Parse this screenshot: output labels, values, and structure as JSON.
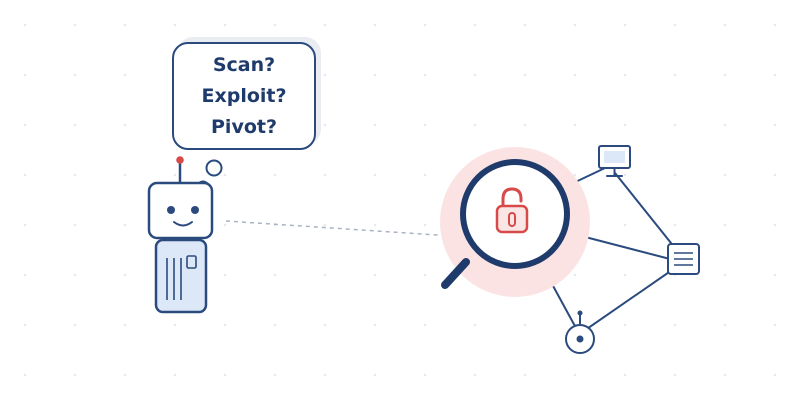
{
  "speech_bubble": {
    "lines": [
      "Scan?",
      "Exploit?",
      "Pivot?"
    ]
  },
  "icons": {
    "robot": "robot-icon",
    "magnifier": "magnifying-glass-icon",
    "lock": "unlocked-padlock-icon",
    "monitor": "monitor-icon",
    "server": "server-icon",
    "sensor": "sensor-device-icon"
  },
  "colors": {
    "outline": "#2b4a7e",
    "robot_fill": "#ffffff",
    "robot_body_fill": "#dce8f7",
    "alert_red": "#d84a4a",
    "glow": "#fbe3e3",
    "lock_fill": "#fbe6e6",
    "dashed_link": "#a9b3c2",
    "dot_grid": "#e6e9ee"
  }
}
